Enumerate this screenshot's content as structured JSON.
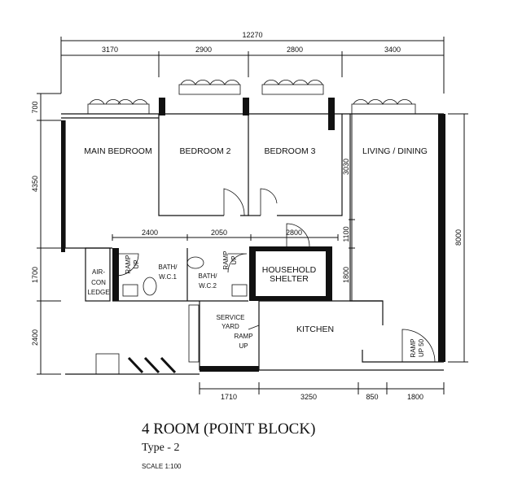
{
  "plan": {
    "title": "4 ROOM (POINT BLOCK)",
    "type": "Type - 2",
    "scale": "SCALE 1:100"
  },
  "dimensions": {
    "top_total": "12270",
    "top": [
      "3170",
      "2900",
      "2800",
      "3400"
    ],
    "left": [
      "700",
      "4350",
      "1700",
      "2400"
    ],
    "right_total": "8000",
    "inner_vertical": [
      "3030",
      "1100",
      "1800"
    ],
    "inner_horizontal": [
      "2400",
      "2050",
      "2800"
    ],
    "bottom": [
      "1710",
      "3250",
      "850",
      "1800"
    ]
  },
  "rooms": {
    "main_bedroom": "MAIN BEDROOM",
    "bedroom_2": "BEDROOM 2",
    "bedroom_3": "BEDROOM 3",
    "living_dining": "LIVING / DINING",
    "aircon_1": "AIR-",
    "aircon_2": "CON",
    "aircon_3": "LEDGE",
    "bath1_1": "BATH/",
    "bath1_2": "W.C.1",
    "bath2_1": "BATH/",
    "bath2_2": "W.C.2",
    "shelter_1": "HOUSEHOLD",
    "shelter_2": "SHELTER",
    "service_1": "SERVICE",
    "service_2": "YARD",
    "kitchen": "KITCHEN"
  },
  "annotations": {
    "ramp": "RAMP",
    "up": "UP",
    "up50": "UP 50"
  }
}
